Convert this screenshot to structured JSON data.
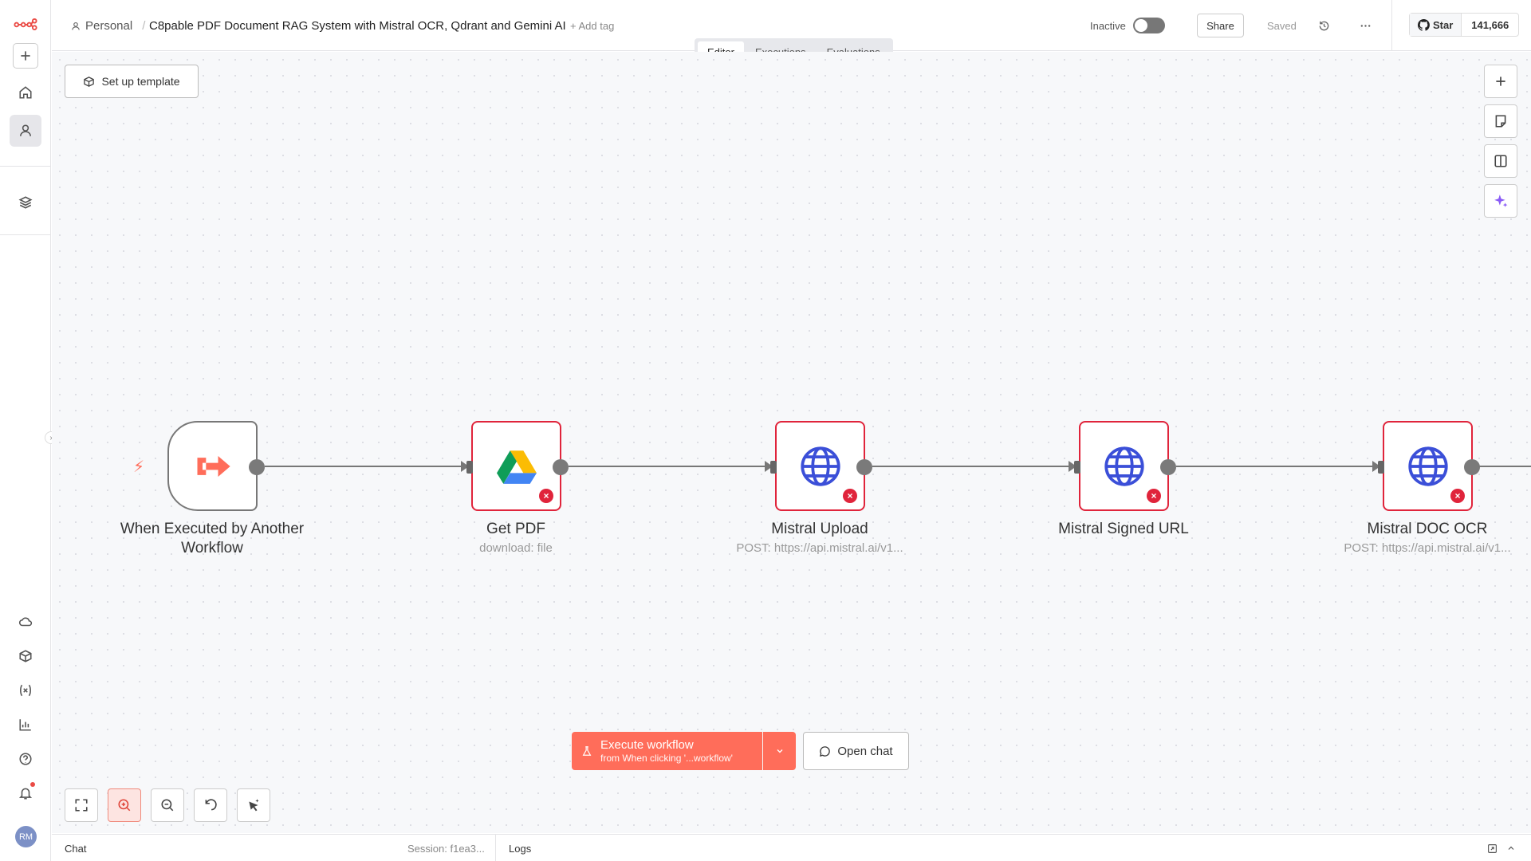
{
  "header": {
    "project": "Personal",
    "separator": "/",
    "workflow_title": "C8pable PDF Document RAG System with Mistral OCR, Qdrant and Gemini AI",
    "add_tag": "+ Add tag",
    "status_label": "Inactive",
    "share_label": "Share",
    "saved_label": "Saved",
    "github_star": "Star",
    "github_count": "141,666"
  },
  "tabs": [
    {
      "label": "Editor",
      "active": true
    },
    {
      "label": "Executions",
      "active": false
    },
    {
      "label": "Evaluations",
      "active": false
    }
  ],
  "canvas": {
    "setup_template": "Set up template",
    "nodes": [
      {
        "title": "When Executed by Another Workflow",
        "subtitle": "",
        "icon": "sign-in-arrow-icon",
        "error": false
      },
      {
        "title": "Get PDF",
        "subtitle": "download: file",
        "icon": "google-drive-icon",
        "error": true
      },
      {
        "title": "Mistral Upload",
        "subtitle": "POST: https://api.mistral.ai/v1...",
        "icon": "globe-icon",
        "error": true
      },
      {
        "title": "Mistral Signed URL",
        "subtitle": "",
        "icon": "globe-icon",
        "error": true
      },
      {
        "title": "Mistral DOC OCR",
        "subtitle": "POST: https://api.mistral.ai/v1...",
        "icon": "globe-icon",
        "error": true
      }
    ]
  },
  "footer": {
    "execute_label": "Execute workflow",
    "execute_sub": "from When clicking '...workflow'",
    "open_chat": "Open chat"
  },
  "bottom_panel": {
    "chat": "Chat",
    "session": "Session: f1ea3...",
    "logs": "Logs"
  },
  "user": {
    "initials": "RM"
  },
  "colors": {
    "accent": "#ff6d5a",
    "error": "#e0243b",
    "http_blue": "#3b4fd8"
  }
}
